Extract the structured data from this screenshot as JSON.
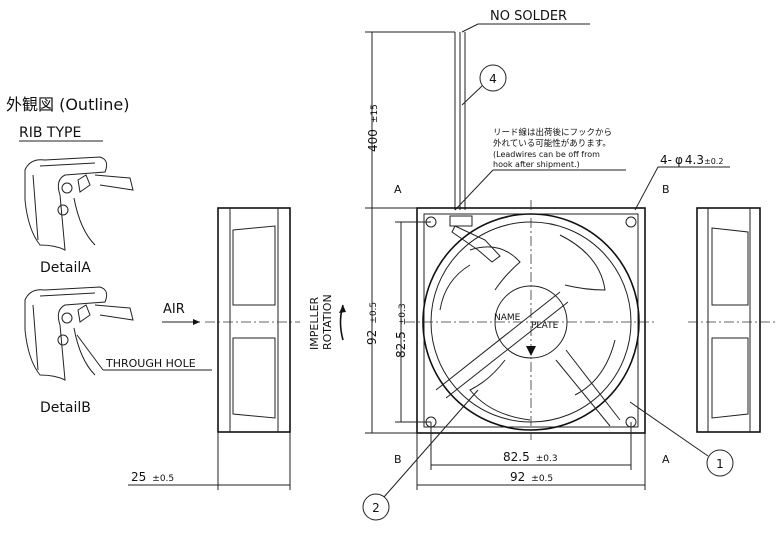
{
  "title": "外観図 (Outline)",
  "rib_type": "RIB TYPE",
  "detail_a": "DetailA",
  "detail_b": "DetailB",
  "through_hole": "THROUGH HOLE",
  "air": "AIR",
  "impeller_rotation": [
    "IMPELLER",
    "ROTATION"
  ],
  "no_solder": "NO SOLDER",
  "note_jp": [
    "リード線は出荷後にフックから",
    "外れている可能性があります。"
  ],
  "note_en": [
    "(Leadwires can be off from",
    "hook after shipment.)"
  ],
  "hole_spec": {
    "prefix": "4-",
    "phi": "φ",
    "value": "4.3",
    "tol": "±0.2"
  },
  "name_plate": [
    "NAME",
    "PLATE"
  ],
  "dims": {
    "lead_length": {
      "value": "400",
      "tol": "±15"
    },
    "height_outer": {
      "value": "92",
      "tol": "±0.5"
    },
    "height_pitch": {
      "value": "82.5",
      "tol": "±0.3"
    },
    "width_pitch": {
      "value": "82.5",
      "tol": "±0.3"
    },
    "width_outer": {
      "value": "92",
      "tol": "±0.5"
    },
    "depth": {
      "value": "25",
      "tol": "±0.5"
    }
  },
  "corner_labels": {
    "top_left": "A",
    "top_right": "B",
    "bottom_left": "B",
    "bottom_right": "A"
  },
  "balloons": {
    "b1": "1",
    "b2": "2",
    "b4": "4"
  }
}
